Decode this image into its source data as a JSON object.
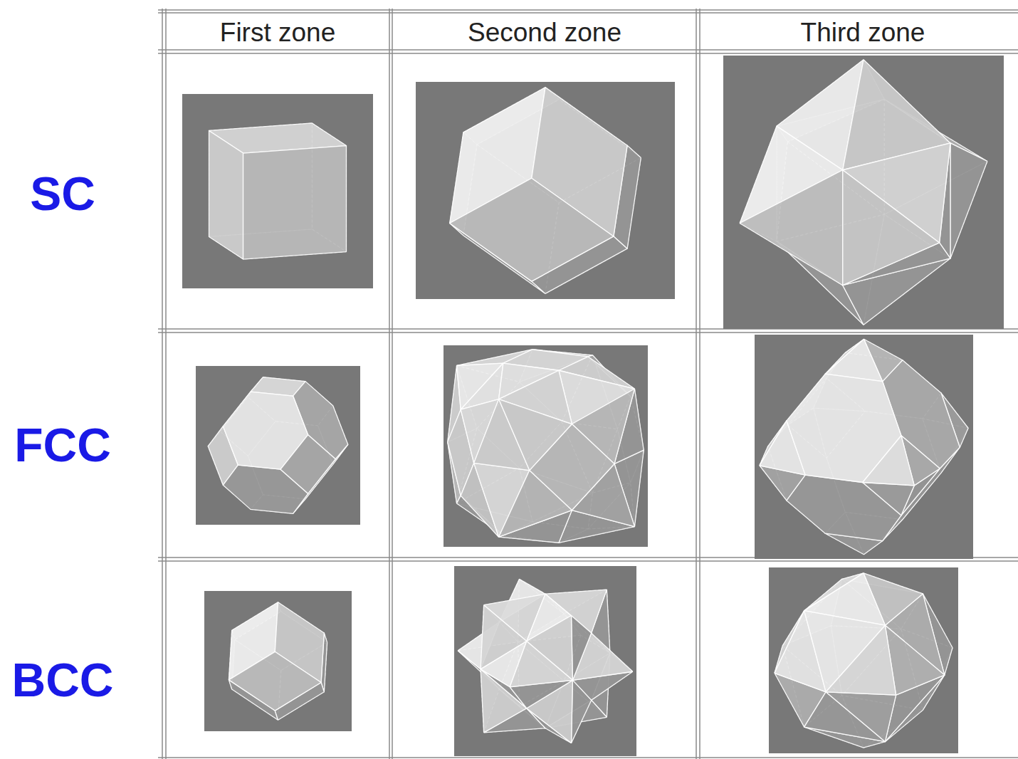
{
  "diagram": {
    "labels": [
      "First zone",
      "Second zone",
      "Third zone",
      "SC",
      "FCC",
      "BCC"
    ]
  }
}
